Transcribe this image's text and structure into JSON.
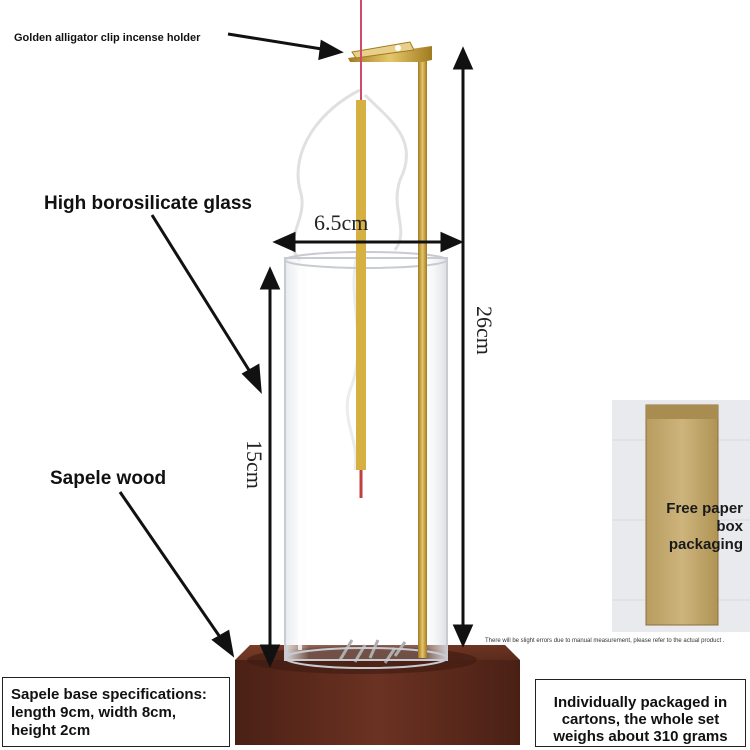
{
  "labels": {
    "clip_holder": "Golden alligator clip incense holder",
    "glass": "High borosilicate glass",
    "wood": "Sapele wood"
  },
  "dimensions": {
    "width": "6.5cm",
    "total_height": "26cm",
    "glass_height": "15cm"
  },
  "note": "There will be slight errors due to manual measurement, please refer to the actual product .",
  "packaging_label": {
    "line1": "Free paper",
    "line2": "box",
    "line3": "packaging"
  },
  "base_specs": {
    "line1": "Sapele base specifications:",
    "line2": "length 9cm, width 8cm,",
    "line3": "height 2cm"
  },
  "package_info": {
    "line1": "Individually packaged in",
    "line2": "cartons, the whole set",
    "line3": "weighs about 310 grams"
  },
  "colors": {
    "wood": "#5a2a1c",
    "brass": "#c9a23a",
    "box": "#c9b27a"
  }
}
